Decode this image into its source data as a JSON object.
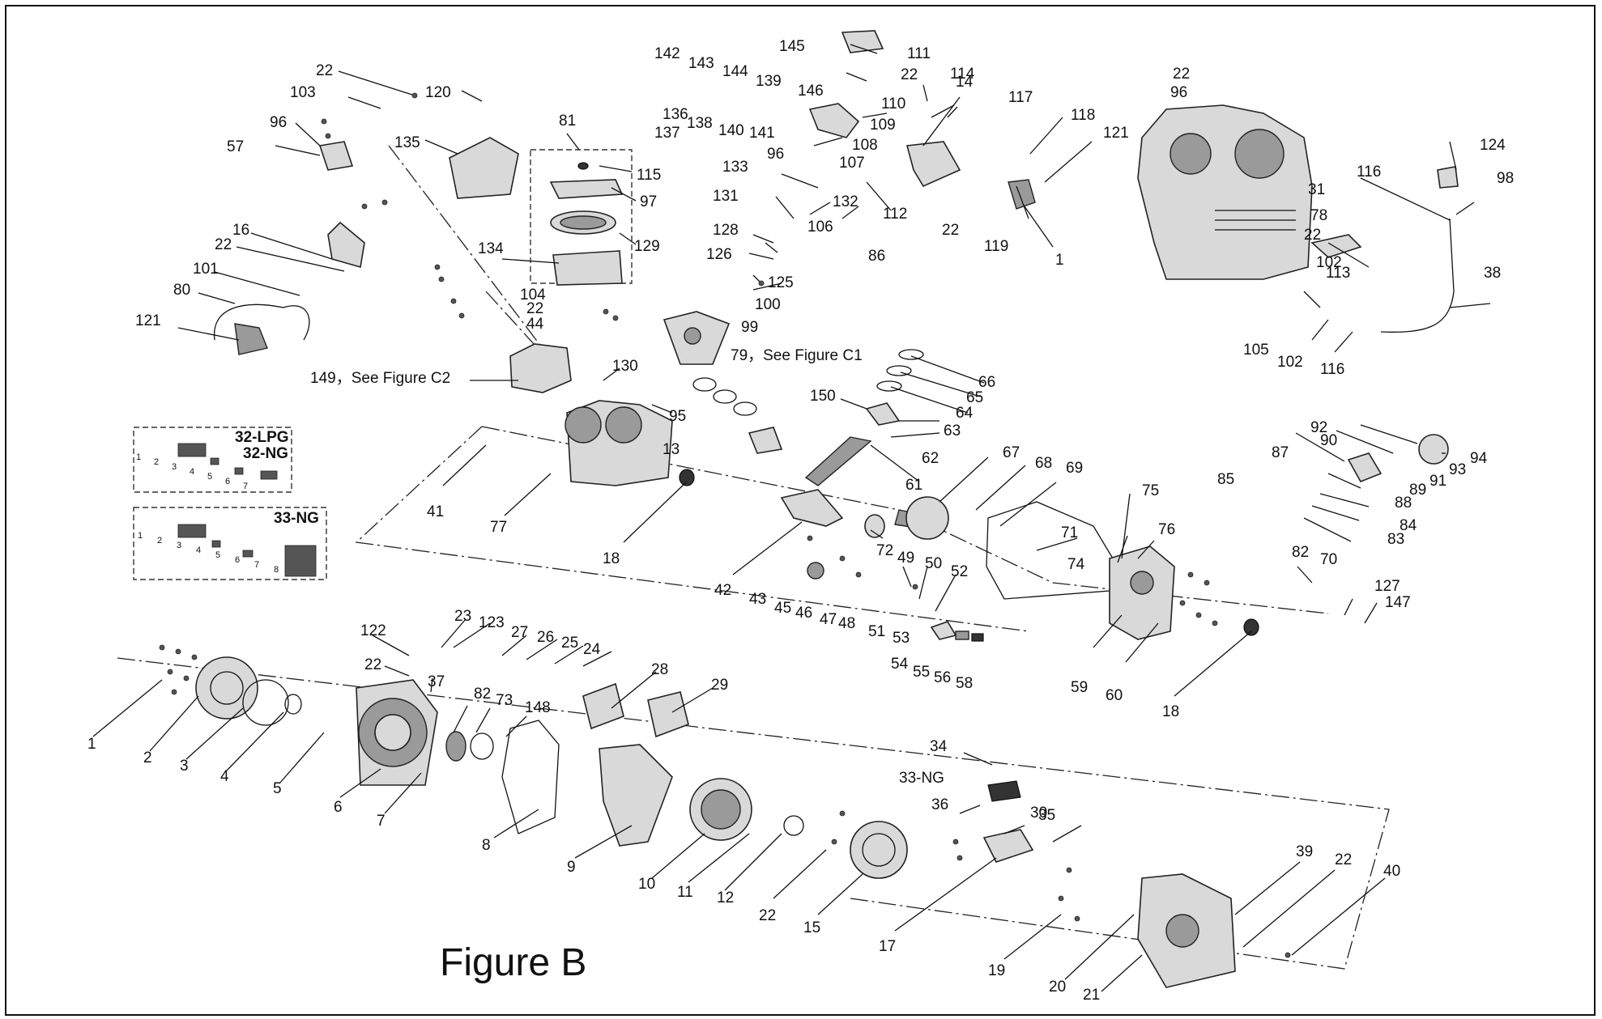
{
  "figure_title": "Figure B",
  "insets": {
    "lpg_ng_box": {
      "title_1": "32-LPG",
      "title_2": "32-NG",
      "numbers": [
        "1",
        "2",
        "3",
        "4",
        "5",
        "6",
        "7"
      ]
    },
    "ng_box": {
      "title": "33-NG",
      "numbers": [
        "1",
        "2",
        "3",
        "4",
        "5",
        "6",
        "7",
        "8"
      ]
    }
  },
  "callouts": [
    {
      "id": "c22a",
      "text": "22"
    },
    {
      "id": "c103",
      "text": "103"
    },
    {
      "id": "c120",
      "text": "120"
    },
    {
      "id": "c96a",
      "text": "96"
    },
    {
      "id": "c57",
      "text": "57"
    },
    {
      "id": "c135",
      "text": "135"
    },
    {
      "id": "c81",
      "text": "81"
    },
    {
      "id": "c115",
      "text": "115"
    },
    {
      "id": "c97",
      "text": "97"
    },
    {
      "id": "c129",
      "text": "129"
    },
    {
      "id": "c134",
      "text": "134"
    },
    {
      "id": "c16",
      "text": "16"
    },
    {
      "id": "c22b",
      "text": "22"
    },
    {
      "id": "c101",
      "text": "101"
    },
    {
      "id": "c80",
      "text": "80"
    },
    {
      "id": "c121a",
      "text": "121"
    },
    {
      "id": "c104",
      "text": "104"
    },
    {
      "id": "c22c",
      "text": "22"
    },
    {
      "id": "c44",
      "text": "44"
    },
    {
      "id": "c149",
      "text": "149，See Figure C2"
    },
    {
      "id": "c130",
      "text": "130"
    },
    {
      "id": "c95",
      "text": "95"
    },
    {
      "id": "c13",
      "text": "13"
    },
    {
      "id": "c142",
      "text": "142"
    },
    {
      "id": "c143",
      "text": "143"
    },
    {
      "id": "c144",
      "text": "144"
    },
    {
      "id": "c139",
      "text": "139"
    },
    {
      "id": "c145",
      "text": "145"
    },
    {
      "id": "c136",
      "text": "136"
    },
    {
      "id": "c137",
      "text": "137"
    },
    {
      "id": "c138",
      "text": "138"
    },
    {
      "id": "c140",
      "text": "140"
    },
    {
      "id": "c141",
      "text": "141"
    },
    {
      "id": "c146",
      "text": "146"
    },
    {
      "id": "c96b",
      "text": "96"
    },
    {
      "id": "c111",
      "text": "111"
    },
    {
      "id": "c22d",
      "text": "22"
    },
    {
      "id": "c110",
      "text": "110"
    },
    {
      "id": "c109",
      "text": "109"
    },
    {
      "id": "c108",
      "text": "108"
    },
    {
      "id": "c107",
      "text": "107"
    },
    {
      "id": "c114",
      "text": "114"
    },
    {
      "id": "c14",
      "text": "14"
    },
    {
      "id": "c117",
      "text": "117"
    },
    {
      "id": "c118",
      "text": "118"
    },
    {
      "id": "c121b",
      "text": "121"
    },
    {
      "id": "c133",
      "text": "133"
    },
    {
      "id": "c132",
      "text": "132"
    },
    {
      "id": "c106",
      "text": "106"
    },
    {
      "id": "c112",
      "text": "112"
    },
    {
      "id": "c22e",
      "text": "22"
    },
    {
      "id": "c119",
      "text": "119"
    },
    {
      "id": "c1a",
      "text": "1"
    },
    {
      "id": "c131",
      "text": "131"
    },
    {
      "id": "c128",
      "text": "128"
    },
    {
      "id": "c86",
      "text": "86"
    },
    {
      "id": "c126",
      "text": "126"
    },
    {
      "id": "c125",
      "text": "125"
    },
    {
      "id": "c100",
      "text": "100"
    },
    {
      "id": "c99",
      "text": "99"
    },
    {
      "id": "c79",
      "text": "79，See Figure C1"
    },
    {
      "id": "c66",
      "text": "66"
    },
    {
      "id": "c65",
      "text": "65"
    },
    {
      "id": "c64",
      "text": "64"
    },
    {
      "id": "c150",
      "text": "150"
    },
    {
      "id": "c63",
      "text": "63"
    },
    {
      "id": "c62",
      "text": "62"
    },
    {
      "id": "c61",
      "text": "61"
    },
    {
      "id": "c67",
      "text": "67"
    },
    {
      "id": "c68",
      "text": "68"
    },
    {
      "id": "c69",
      "text": "69"
    },
    {
      "id": "c75",
      "text": "75"
    },
    {
      "id": "c41",
      "text": "41"
    },
    {
      "id": "c77",
      "text": "77"
    },
    {
      "id": "c18a",
      "text": "18"
    },
    {
      "id": "c42",
      "text": "42"
    },
    {
      "id": "c72",
      "text": "72"
    },
    {
      "id": "c49",
      "text": "49"
    },
    {
      "id": "c50",
      "text": "50"
    },
    {
      "id": "c52",
      "text": "52"
    },
    {
      "id": "c71",
      "text": "71"
    },
    {
      "id": "c74",
      "text": "74"
    },
    {
      "id": "c76",
      "text": "76"
    },
    {
      "id": "c43",
      "text": "43"
    },
    {
      "id": "c45",
      "text": "45"
    },
    {
      "id": "c46",
      "text": "46"
    },
    {
      "id": "c47",
      "text": "47"
    },
    {
      "id": "c48",
      "text": "48"
    },
    {
      "id": "c51",
      "text": "51"
    },
    {
      "id": "c53",
      "text": "53"
    },
    {
      "id": "c54",
      "text": "54"
    },
    {
      "id": "c55",
      "text": "55"
    },
    {
      "id": "c56",
      "text": "56"
    },
    {
      "id": "c58",
      "text": "58"
    },
    {
      "id": "c59",
      "text": "59"
    },
    {
      "id": "c60",
      "text": "60"
    },
    {
      "id": "c18b",
      "text": "18"
    },
    {
      "id": "c22f",
      "text": "22"
    },
    {
      "id": "c96c",
      "text": "96"
    },
    {
      "id": "c31",
      "text": "31"
    },
    {
      "id": "c124",
      "text": "124"
    },
    {
      "id": "c116a",
      "text": "116"
    },
    {
      "id": "c98",
      "text": "98"
    },
    {
      "id": "c78",
      "text": "78"
    },
    {
      "id": "c22g",
      "text": "22"
    },
    {
      "id": "c102a",
      "text": "102"
    },
    {
      "id": "c113",
      "text": "113"
    },
    {
      "id": "c38",
      "text": "38"
    },
    {
      "id": "c105",
      "text": "105"
    },
    {
      "id": "c102b",
      "text": "102"
    },
    {
      "id": "c116b",
      "text": "116"
    },
    {
      "id": "c92",
      "text": "92"
    },
    {
      "id": "c90",
      "text": "90"
    },
    {
      "id": "c87",
      "text": "87"
    },
    {
      "id": "c94",
      "text": "94"
    },
    {
      "id": "c93",
      "text": "93"
    },
    {
      "id": "c91",
      "text": "91"
    },
    {
      "id": "c89",
      "text": "89"
    },
    {
      "id": "c88",
      "text": "88"
    },
    {
      "id": "c85",
      "text": "85"
    },
    {
      "id": "c84",
      "text": "84"
    },
    {
      "id": "c83",
      "text": "83"
    },
    {
      "id": "c82a",
      "text": "82"
    },
    {
      "id": "c70",
      "text": "70"
    },
    {
      "id": "c127",
      "text": "127"
    },
    {
      "id": "c147",
      "text": "147"
    },
    {
      "id": "c122",
      "text": "122"
    },
    {
      "id": "c23",
      "text": "23"
    },
    {
      "id": "c123",
      "text": "123"
    },
    {
      "id": "c27",
      "text": "27"
    },
    {
      "id": "c26",
      "text": "26"
    },
    {
      "id": "c25",
      "text": "25"
    },
    {
      "id": "c24",
      "text": "24"
    },
    {
      "id": "c22h",
      "text": "22"
    },
    {
      "id": "c37",
      "text": "37"
    },
    {
      "id": "c28",
      "text": "28"
    },
    {
      "id": "c29",
      "text": "29"
    },
    {
      "id": "c82b",
      "text": "82"
    },
    {
      "id": "c73",
      "text": "73"
    },
    {
      "id": "c148",
      "text": "148"
    },
    {
      "id": "c1b",
      "text": "1"
    },
    {
      "id": "c2",
      "text": "2"
    },
    {
      "id": "c3",
      "text": "3"
    },
    {
      "id": "c4",
      "text": "4"
    },
    {
      "id": "c5",
      "text": "5"
    },
    {
      "id": "c6",
      "text": "6"
    },
    {
      "id": "c7",
      "text": "7"
    },
    {
      "id": "c8",
      "text": "8"
    },
    {
      "id": "c9",
      "text": "9"
    },
    {
      "id": "c10",
      "text": "10"
    },
    {
      "id": "c11",
      "text": "11"
    },
    {
      "id": "c12",
      "text": "12"
    },
    {
      "id": "c22i",
      "text": "22"
    },
    {
      "id": "c15",
      "text": "15"
    },
    {
      "id": "c34",
      "text": "34"
    },
    {
      "id": "c33ng",
      "text": "33-NG"
    },
    {
      "id": "c36",
      "text": "36"
    },
    {
      "id": "c30",
      "text": "30"
    },
    {
      "id": "c35",
      "text": "35"
    },
    {
      "id": "c17",
      "text": "17"
    },
    {
      "id": "c39",
      "text": "39"
    },
    {
      "id": "c22j",
      "text": "22"
    },
    {
      "id": "c40",
      "text": "40"
    },
    {
      "id": "c19",
      "text": "19"
    },
    {
      "id": "c20",
      "text": "20"
    },
    {
      "id": "c21",
      "text": "21"
    }
  ]
}
